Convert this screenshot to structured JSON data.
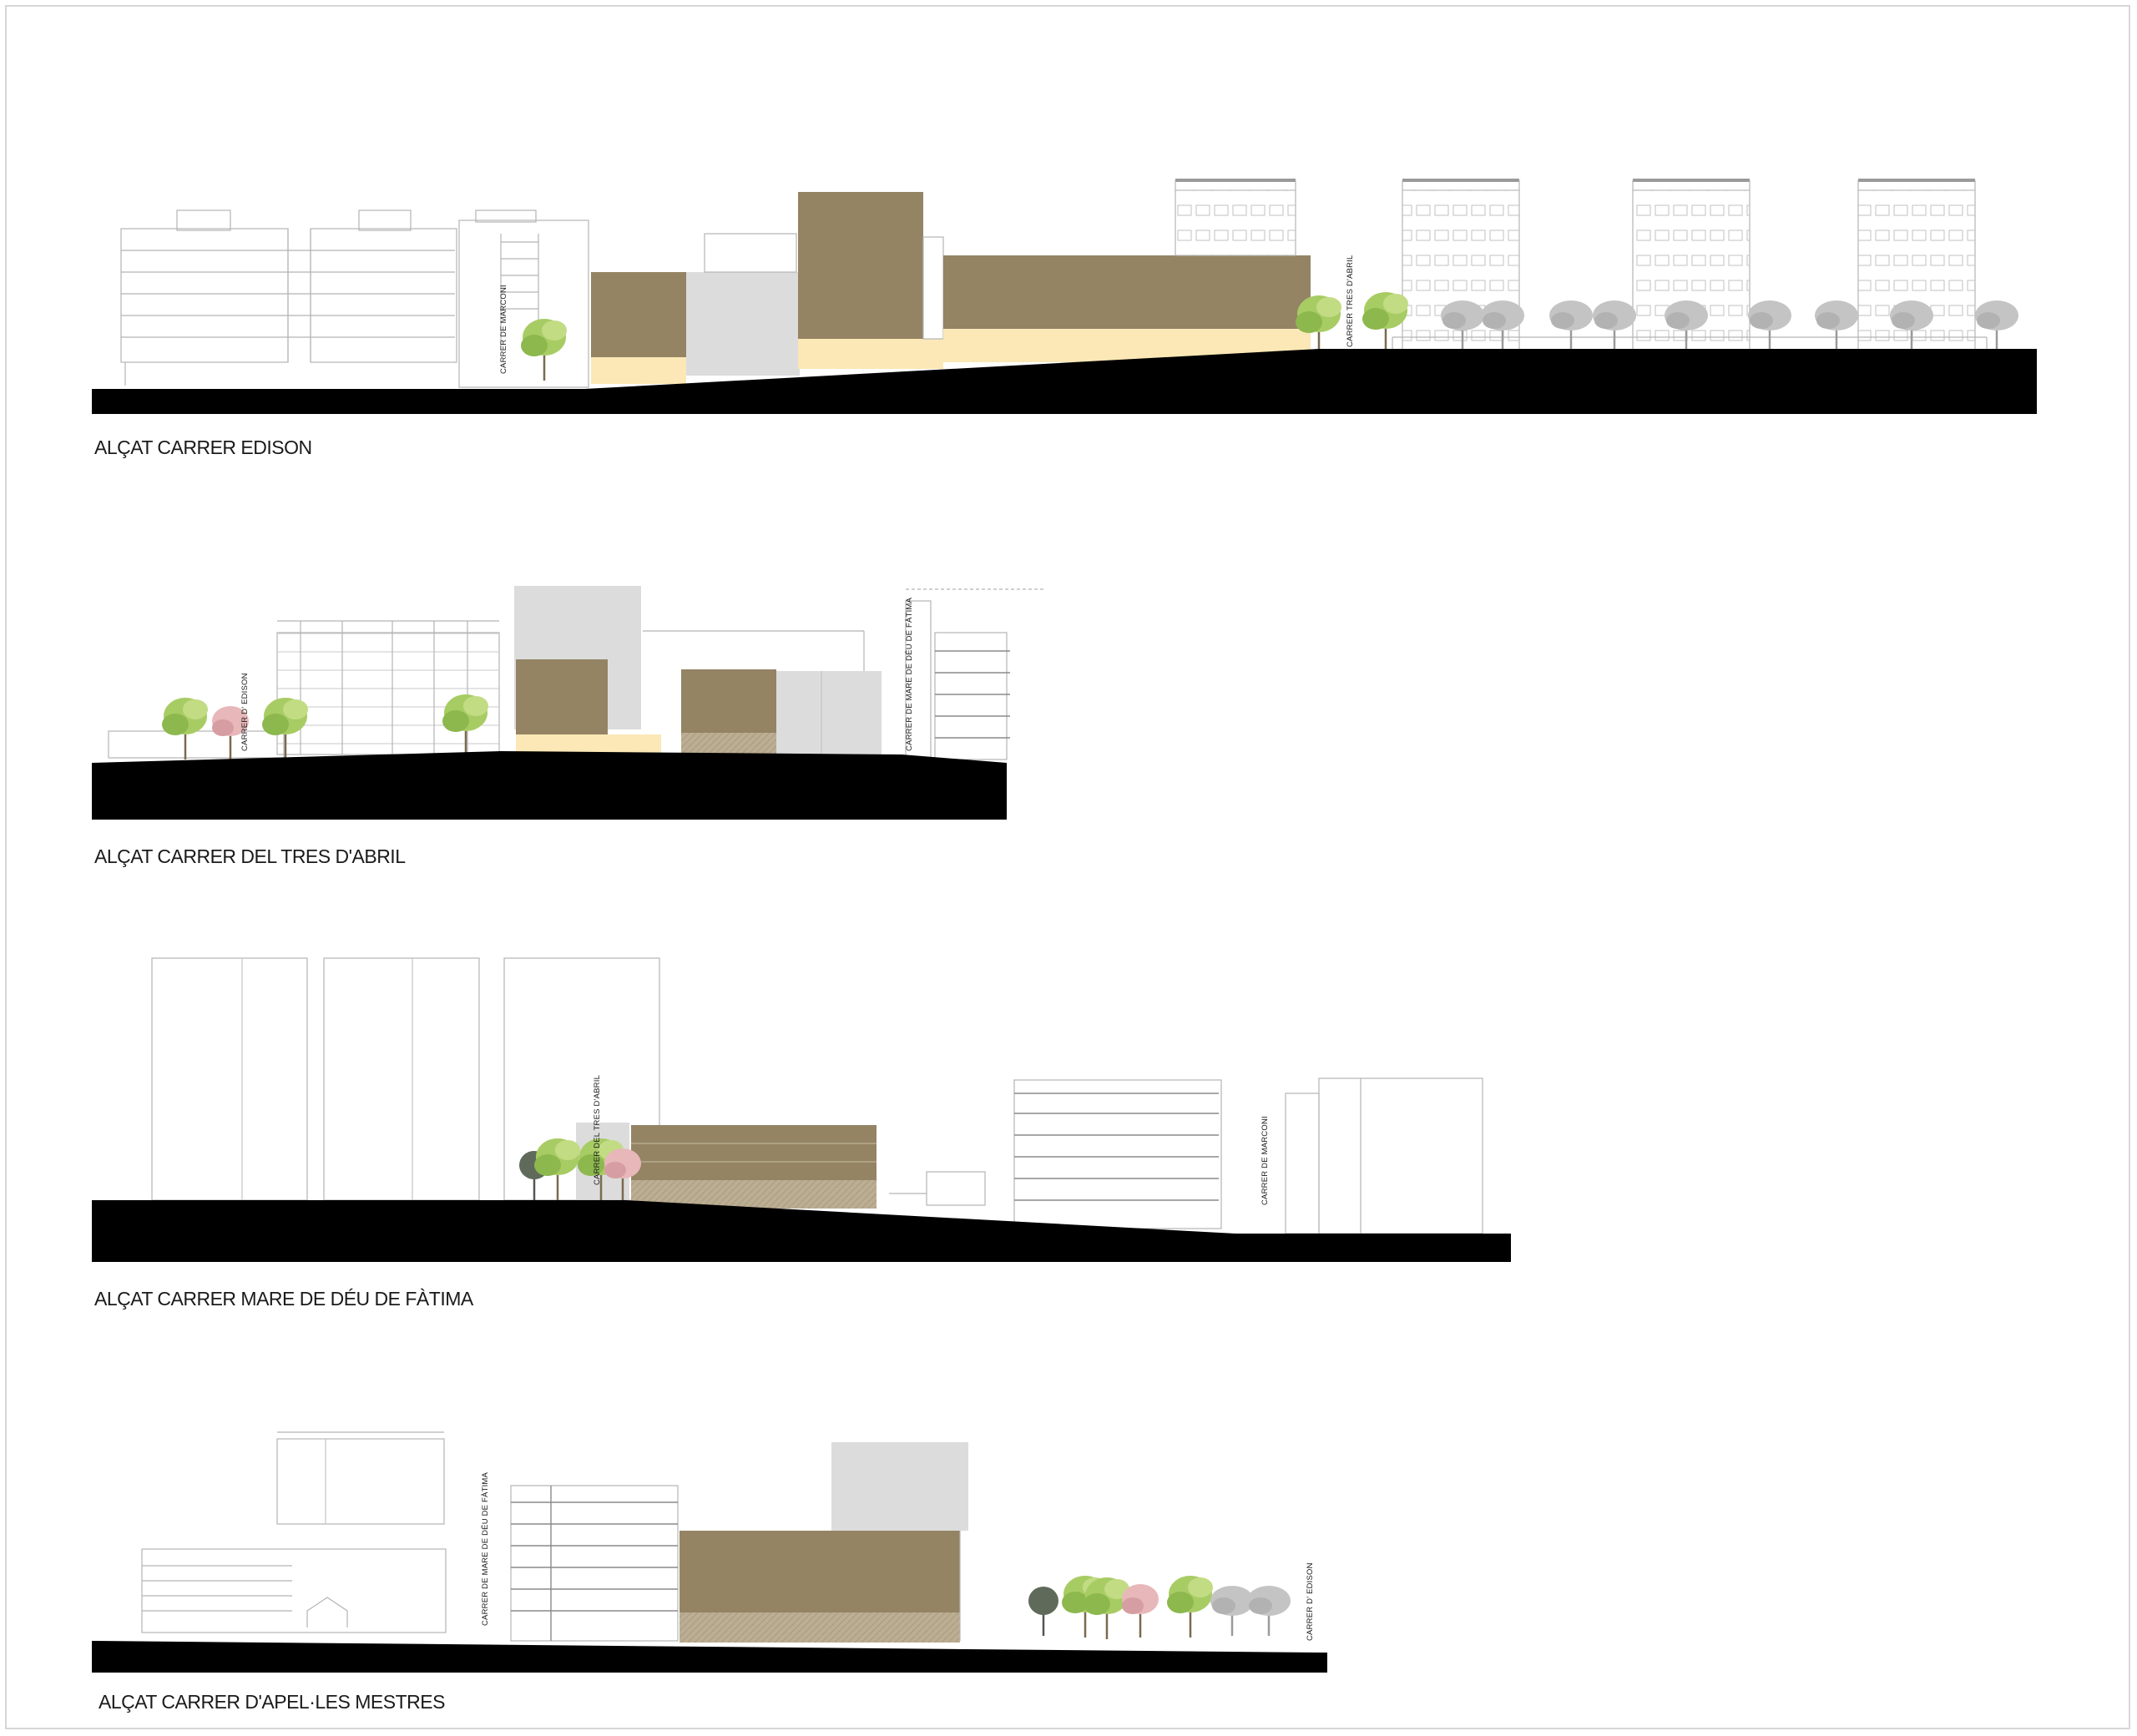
{
  "sheet": {
    "colors": {
      "ground": "#000000",
      "volume_brown": "#948464",
      "base_cream": "#fbe8b6",
      "existing_grey": "#dcdcdc",
      "stone_base": "#b9ab90",
      "tree_green": "#9cc25a",
      "tree_pink": "#e7b2b5",
      "tree_grey": "#b7b7b7"
    }
  },
  "elevations": [
    {
      "title": "ALÇAT CARRER EDISON",
      "street_labels": [
        "CARRER DE MARCONI",
        "CARRER TRES D'ABRIL"
      ]
    },
    {
      "title": "ALÇAT CARRER DEL TRES D'ABRIL",
      "street_labels": [
        "CARRER D' EDISON",
        "CARRER DE MARE DE DÉU DE FÀTIMA"
      ]
    },
    {
      "title": "ALÇAT CARRER MARE DE DÉU DE FÀTIMA",
      "street_labels": [
        "CARRER DEL TRES D'ABRIL",
        "CARRER DE MARCONI"
      ]
    },
    {
      "title": "ALÇAT CARRER  D'APEL·LES MESTRES",
      "street_labels": [
        "CARRER DE MARE DE DÉU DE FÀTIMA",
        "CARRER D' EDISON"
      ]
    }
  ]
}
